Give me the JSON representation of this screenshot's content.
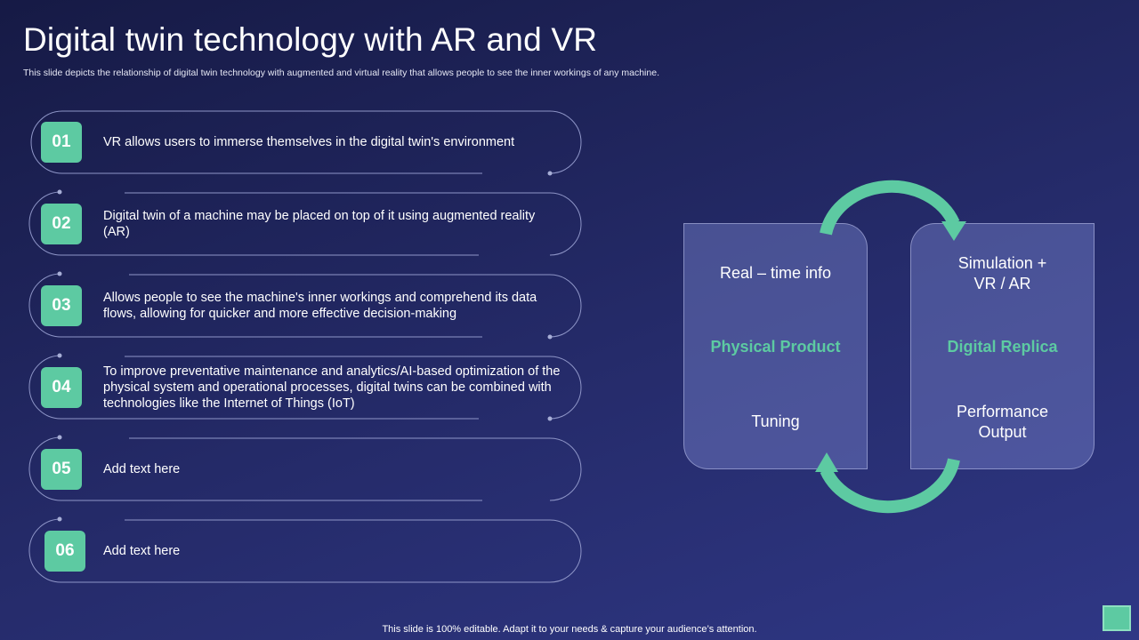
{
  "slide": {
    "title": "Digital twin technology with AR and VR",
    "subtitle": "This slide depicts the relationship of digital twin technology with augmented and virtual reality that allows people to see the inner workings of any machine.",
    "footer": "This slide is 100% editable. Adapt it to your needs & capture your audience’s attention."
  },
  "items": [
    {
      "number": "01",
      "text": "VR allows users to immerse themselves in the digital twin's environment"
    },
    {
      "number": "02",
      "text": "Digital twin of a machine may be placed on top of it using augmented reality (AR)"
    },
    {
      "number": "03",
      "text": "Allows people to see the machine's inner workings and comprehend its data flows, allowing for quicker and more effective decision-making"
    },
    {
      "number": "04",
      "text": "To improve preventative maintenance and analytics/AI-based optimization of the physical system and operational processes, digital twins can be combined with technologies like the Internet of Things (IoT)"
    },
    {
      "number": "05",
      "text": "Add text here"
    },
    {
      "number": "06",
      "text": "Add text here"
    }
  ],
  "diagram": {
    "left": {
      "top": "Real – time info",
      "label": "Physical Product",
      "bottom": "Tuning"
    },
    "right": {
      "top_1": "Simulation +",
      "top_2": "VR / AR",
      "label": "Digital Replica",
      "bottom_1": "Performance",
      "bottom_2": "Output"
    }
  },
  "colors": {
    "accent": "#5dcaa2",
    "background": "#1e2257",
    "card": "#5a64b4"
  }
}
